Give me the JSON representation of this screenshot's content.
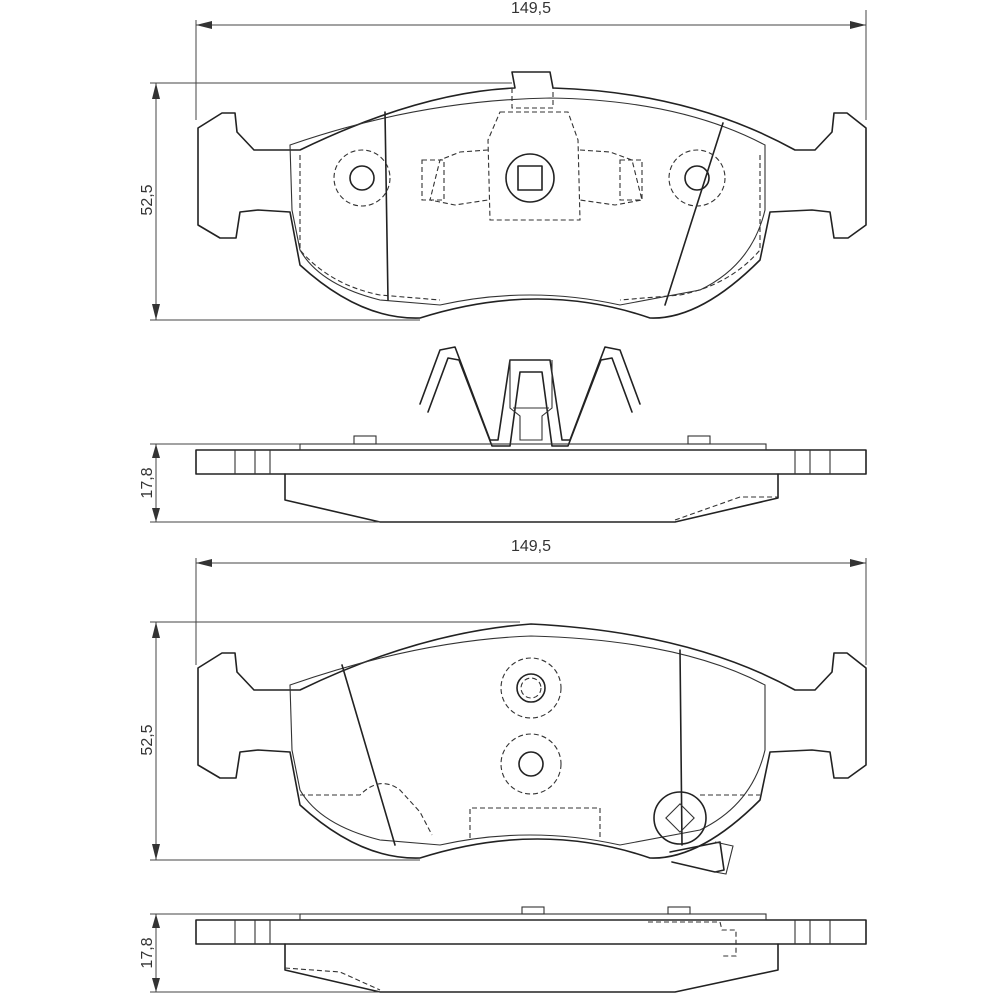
{
  "dimensions": {
    "top_pad_width": "149,5",
    "top_pad_height": "52,5",
    "top_pad_thickness": "17,8",
    "bottom_pad_width": "149,5",
    "bottom_pad_height": "52,5",
    "bottom_pad_thickness": "17,8"
  }
}
